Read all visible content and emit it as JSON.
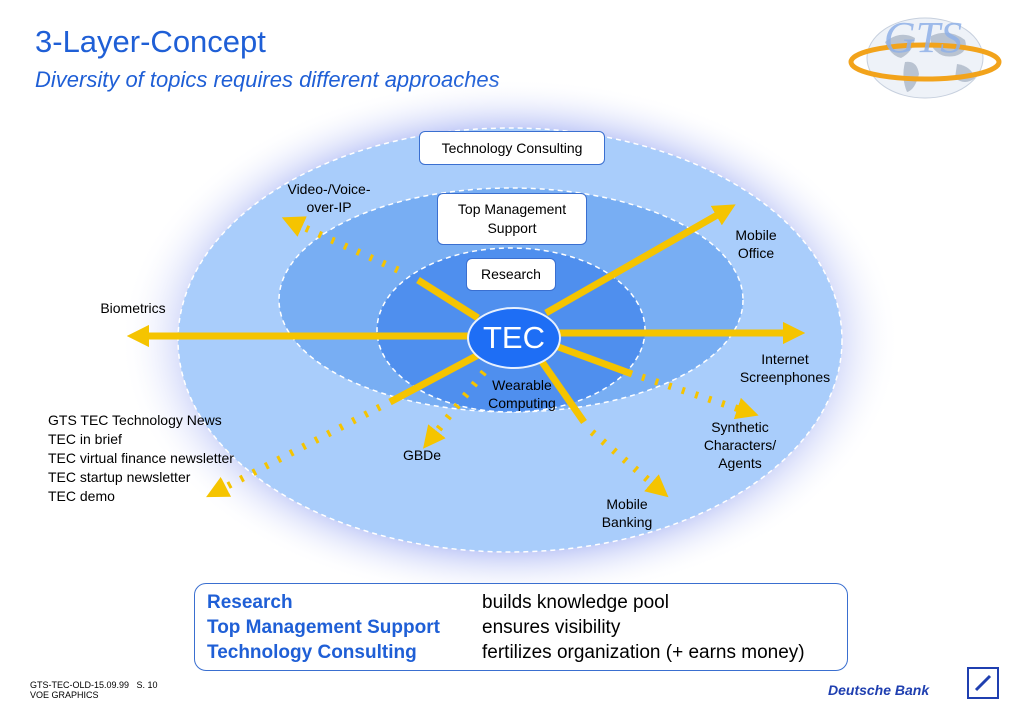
{
  "header": {
    "title": "3-Layer-Concept",
    "subtitle": "Diversity of topics requires different approaches"
  },
  "logo": {
    "text": "GTS",
    "icon": "globe-icon"
  },
  "diagram": {
    "center": "TEC",
    "layers": {
      "outer": "Technology Consulting",
      "middle": [
        "Top Management",
        "Support"
      ],
      "inner": "Research"
    },
    "topics": {
      "video_voip": [
        "Video-/Voice-",
        "over-IP"
      ],
      "biometrics": "Biometrics",
      "mobile_office": [
        "Mobile",
        "Office"
      ],
      "internet_screenphones": [
        "Internet",
        "Screenphones"
      ],
      "synthetic_agents": [
        "Synthetic",
        "Characters/",
        "Agents"
      ],
      "mobile_banking": [
        "Mobile",
        "Banking"
      ],
      "gbde": "GBDe",
      "wearable": [
        "Wearable",
        "Computing"
      ]
    },
    "publications": [
      "GTS TEC Technology News",
      "TEC in brief",
      "TEC virtual finance newsletter",
      "TEC startup newsletter",
      "TEC demo"
    ]
  },
  "legend": [
    {
      "term": "Research",
      "desc": "builds knowledge pool"
    },
    {
      "term": "Top Management Support",
      "desc": "ensures visibility"
    },
    {
      "term": "Technology Consulting",
      "desc": "fertilizes organization (+ earns money)"
    }
  ],
  "footer": {
    "code": "GTS-TEC-OLD-15.09.99",
    "page": "S.  10",
    "dept": "VOE GRAPHICS"
  },
  "brand": "Deutsche Bank",
  "colors": {
    "title": "#1f5fd6",
    "outer_ellipse": "#a9cdfb",
    "middle_ellipse": "#78aef3",
    "inner_ellipse": "#4f8fee",
    "center": "#1e6ef5",
    "arrow": "#f5c400",
    "brand": "#1f3fb0"
  }
}
